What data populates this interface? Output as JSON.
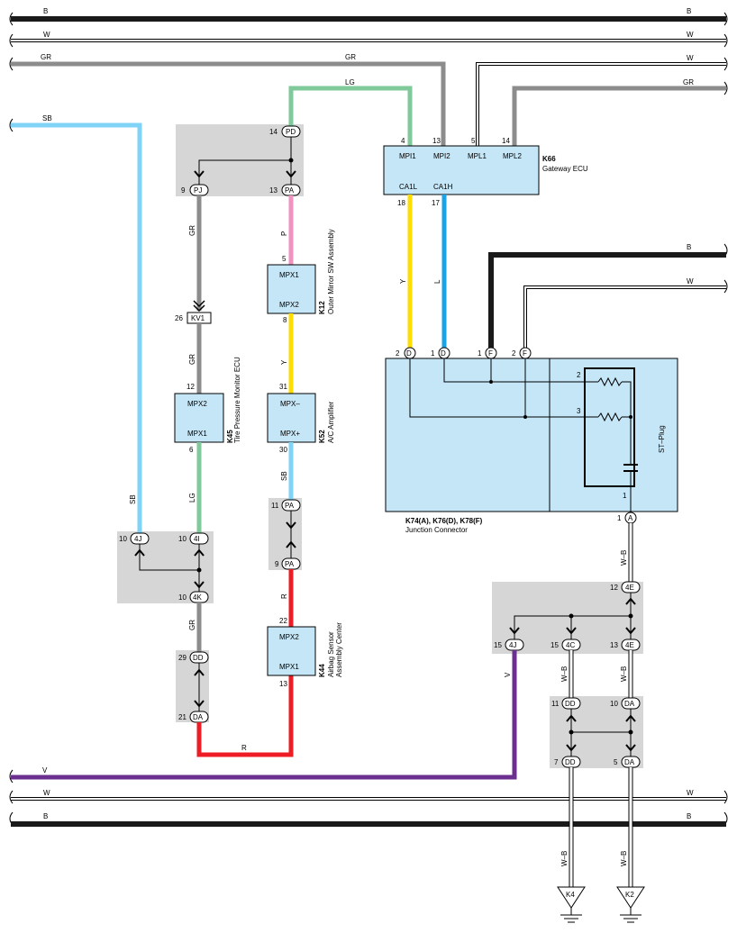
{
  "colors": {
    "B": "#1a1a1a",
    "W": "#ffffff",
    "GR": "#8c8c8c",
    "SB": "#7fd3f7",
    "LG": "#7fc99a",
    "P": "#f292c0",
    "Y": "#ffdd00",
    "R": "#ee1c25",
    "L": "#1aa3e8",
    "V": "#6b2f8f",
    "WB": "#ffffff",
    "component_fill": "#c5e6f7",
    "joint_fill": "#d6d6d6"
  },
  "bus_labels": {
    "b1_left": "B",
    "b1_right": "B",
    "w1_left": "W",
    "w1_right": "W",
    "gr1_left": "GR",
    "gr1_mid": "GR",
    "w2_right": "W",
    "gr2_right": "GR",
    "sb_top": "SB",
    "v_bottom": "V",
    "w3_left": "W",
    "w3_right": "W",
    "b3_left": "B",
    "b3_right": "B",
    "b_jc": "B",
    "w_jc": "W"
  },
  "wire_labels": {
    "lg_top": "LG",
    "gr_pj": "GR",
    "gr_mid": "GR",
    "lg_k45": "LG",
    "gr_4k": "GR",
    "p_k12": "P",
    "y_k12": "Y",
    "sb_k52": "SB",
    "r_k44": "R",
    "r_bottom": "R",
    "sb_left": "SB",
    "y_k66": "Y",
    "l_k66": "L",
    "wb_a": "W–B",
    "wb_4c": "W–B",
    "wb_4e": "W–B",
    "v_4j": "V",
    "wb_k4": "W–B",
    "wb_k2": "W–B"
  },
  "pins": {
    "p14": "14",
    "p9": "9",
    "p13": "13",
    "p26": "26",
    "p12": "12",
    "p6": "6",
    "p10a": "10",
    "p10b": "10",
    "p10c": "10",
    "p29": "29",
    "p21": "21",
    "p5": "5",
    "p8": "8",
    "p31": "31",
    "p30": "30",
    "p11": "11",
    "p9b": "9",
    "p22": "22",
    "p13b": "13",
    "k66_4": "4",
    "k66_13": "13",
    "k66_5": "5",
    "k66_14": "14",
    "k66_18": "18",
    "k66_17": "17",
    "jc_2": "2",
    "jc_1": "1",
    "jc_1b": "1",
    "jc_2b": "2",
    "st_2": "2",
    "st_3": "3",
    "st_1": "1",
    "jc_a1": "1",
    "j4e_12": "12",
    "j4j_15": "15",
    "j4c_15": "15",
    "j4e_13": "13",
    "dd_11": "11",
    "da_10": "10",
    "dd_7": "7",
    "da_5": "5"
  },
  "connectors": {
    "pd": "PD",
    "pj": "PJ",
    "pa": "PA",
    "kv1": "KV1",
    "j4j": "4J",
    "j4i": "4I",
    "j4k": "4K",
    "dd": "DD",
    "da": "DA",
    "pa2": "PA",
    "pa3": "PA",
    "d1": "D",
    "d2": "D",
    "f1": "F",
    "f2": "F",
    "a": "A",
    "e4e1": "4E",
    "e4j": "4J",
    "e4c": "4C",
    "e4e2": "4E",
    "dd2": "DD",
    "da2": "DA",
    "dd3": "DD",
    "da3": "DA"
  },
  "components": {
    "k45": {
      "code": "K45",
      "name": "Tire Pressure Monitor ECU",
      "pin_top": "MPX2",
      "pin_bottom": "MPX1"
    },
    "k12": {
      "code": "K12",
      "name": "Outer Mirror SW Assembly",
      "pin_top": "MPX1",
      "pin_bottom": "MPX2"
    },
    "k52": {
      "code": "K52",
      "name": "A/C Amplifier",
      "pin_top": "MPX–",
      "pin_bottom": "MPX+"
    },
    "k44": {
      "code": "K44",
      "name_line1": "Airbag Sensor",
      "name_line2": "Assembly Center",
      "pin_top": "MPX2",
      "pin_bottom": "MPX1"
    },
    "k66": {
      "code": "K66",
      "name": "Gateway ECU",
      "pins_top": [
        "MPI1",
        "MPI2",
        "MPL1",
        "MPL2"
      ],
      "pins_bottom": [
        "CA1L",
        "CA1H"
      ]
    },
    "jc": {
      "code": "K74(A), K76(D), K78(F)",
      "name": "Junction Connector",
      "st_plug": "ST–Plug"
    }
  },
  "grounds": {
    "k4": "K4",
    "k2": "K2"
  }
}
